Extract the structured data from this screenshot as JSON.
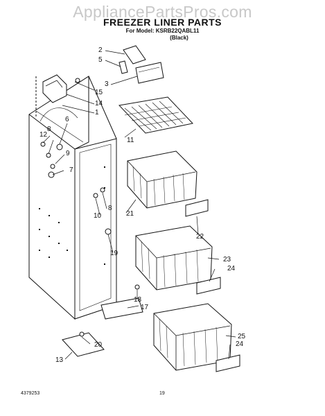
{
  "watermark": "AppliancePartsPros.com",
  "header": {
    "title": "FREEZER LINER PARTS",
    "model_line": "For Model: KSRB22QABL11",
    "color_line": "(Black)"
  },
  "callouts": [
    "2",
    "5",
    "3",
    "15",
    "14",
    "1",
    "6",
    "8",
    "12",
    "9",
    "7",
    "11",
    "21",
    "8",
    "10",
    "19",
    "22",
    "23",
    "24",
    "18",
    "17",
    "25",
    "24",
    "20",
    "13"
  ],
  "footer": {
    "doc_number": "4379253",
    "page_number": "19"
  }
}
